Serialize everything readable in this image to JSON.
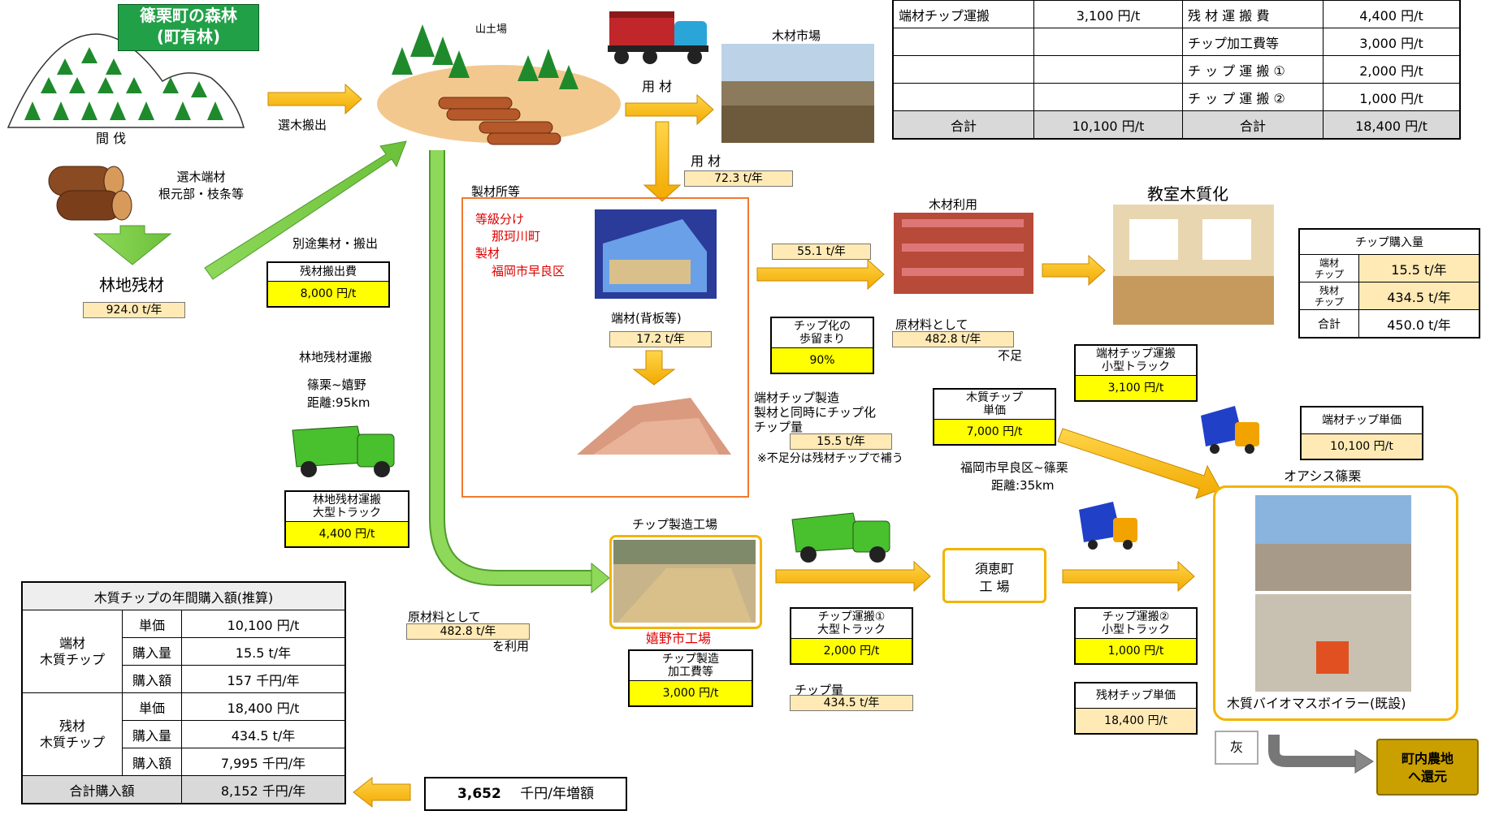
{
  "forest": {
    "title1": "篠栗町の森林",
    "title2": "(町有林)",
    "thinning": "間 伐"
  },
  "offcuts": {
    "line1": "選木端材",
    "line2": "根元部・枝条等"
  },
  "forest_residue": {
    "label": "林地残材",
    "amount": "924.0 t/年"
  },
  "transport": {
    "select_carry": "選木搬出",
    "separate_collect": "別途集材・搬出"
  },
  "residue_cost": {
    "title": "残材搬出費",
    "value": "8,000 円/t"
  },
  "landing": {
    "label": "山土場"
  },
  "timber": {
    "label_top": "用 材",
    "label_mid": "用 材",
    "amount": "72.3 t/年",
    "market": "木材市場"
  },
  "sawmill": {
    "title": "製材所等",
    "l1": "等級分け",
    "l2": "那珂川町",
    "l3": "製材",
    "l4": "福岡市早良区",
    "offcut_label": "端材(背板等)",
    "offcut_amount": "17.2 t/年"
  },
  "wood_use": {
    "amount": "55.1 t/年",
    "label": "木材利用"
  },
  "classroom": {
    "label": "教室木質化"
  },
  "yield": {
    "line1": "チップ化の",
    "line2": "歩留まり",
    "value": "90%"
  },
  "raw_material": {
    "label": "原材料として",
    "amount": "482.8 t/年",
    "shortage": "不足"
  },
  "offcut_chip": {
    "l1": "端材チップ製造",
    "l2": "製材と同時にチップ化",
    "l3": "チップ量",
    "amount": "15.5 t/年",
    "note": "※不足分は残材チップで補う"
  },
  "wood_chip_price": {
    "title1": "木質チップ",
    "title2": "単価",
    "value": "7,000 円/t"
  },
  "route": {
    "from_to": "福岡市早良区~篠栗",
    "distance": "距離:35km"
  },
  "small_truck1": {
    "t1": "端材チップ運搬",
    "t2": "小型トラック",
    "value": "3,100 円/t"
  },
  "residue_transport": {
    "title": "林地残材運搬",
    "route": "篠栗~嬉野",
    "distance": "距離:95km",
    "box_t1": "林地残材運搬",
    "box_t2": "大型トラック",
    "box_value": "4,400 円/t"
  },
  "chip_factory": {
    "title": "チップ製造工場",
    "name": "嬉野市工場",
    "box_t1": "チップ製造",
    "box_t2": "加工費等",
    "box_value": "3,000 円/t"
  },
  "raw_use": {
    "label": "原材料として",
    "amount": "482.8 t/年",
    "suffix": "を利用"
  },
  "chip_transport1": {
    "t1": "チップ運搬①",
    "t2": "大型トラック",
    "value": "2,000 円/t",
    "qty_label": "チップ量",
    "qty": "434.5 t/年"
  },
  "sue": {
    "l1": "須恵町",
    "l2": "工 場"
  },
  "chip_transport2": {
    "t1": "チップ運搬②",
    "t2": "小型トラック",
    "value": "1,000 円/t"
  },
  "residue_chip_price": {
    "title": "残材チップ単価",
    "value": "18,400 円/t"
  },
  "oasis": {
    "title": "オアシス篠栗",
    "boiler": "木質バイオマスボイラー(既設)"
  },
  "ash": {
    "label": "灰",
    "return1": "町内農地",
    "return2": "へ還元"
  },
  "offcut_chip_price": {
    "title": "端材チップ単価",
    "value": "10,100 円/t"
  },
  "chip_purchase": {
    "title": "チップ購入量",
    "rows": [
      {
        "l1": "端材",
        "l2": "チップ",
        "value": "15.5 t/年"
      },
      {
        "l1": "残材",
        "l2": "チップ",
        "value": "434.5 t/年"
      },
      {
        "l1": "合計",
        "l2": "",
        "value": "450.0 t/年"
      }
    ]
  },
  "cost_table": {
    "rows": [
      [
        "端材チップ運搬",
        "3,100 円/t",
        "残 材 運 搬 費",
        "4,400 円/t"
      ],
      [
        "",
        "",
        "チップ加工費等",
        "3,000 円/t"
      ],
      [
        "",
        "",
        "チ ッ プ 運 搬 ①",
        "2,000 円/t"
      ],
      [
        "",
        "",
        "チ ッ プ 運 搬 ②",
        "1,000 円/t"
      ]
    ],
    "total": [
      "合計",
      "10,100 円/t",
      "合計",
      "18,400 円/t"
    ]
  },
  "annual": {
    "title": "木質チップの年間購入額(推算)",
    "group1": {
      "name1": "端材",
      "name2": "木質チップ",
      "rows": [
        [
          "単価",
          "10,100 円/t"
        ],
        [
          "購入量",
          "15.5 t/年"
        ],
        [
          "購入額",
          "157 千円/年"
        ]
      ]
    },
    "group2": {
      "name1": "残材",
      "name2": "木質チップ",
      "rows": [
        [
          "単価",
          "18,400 円/t"
        ],
        [
          "購入量",
          "434.5 t/年"
        ],
        [
          "購入額",
          "7,995 千円/年"
        ]
      ]
    },
    "total_label": "合計購入額",
    "total_value": "8,152 千円/年"
  },
  "increase": {
    "value": "3,652",
    "unit": "千円/年増額"
  }
}
